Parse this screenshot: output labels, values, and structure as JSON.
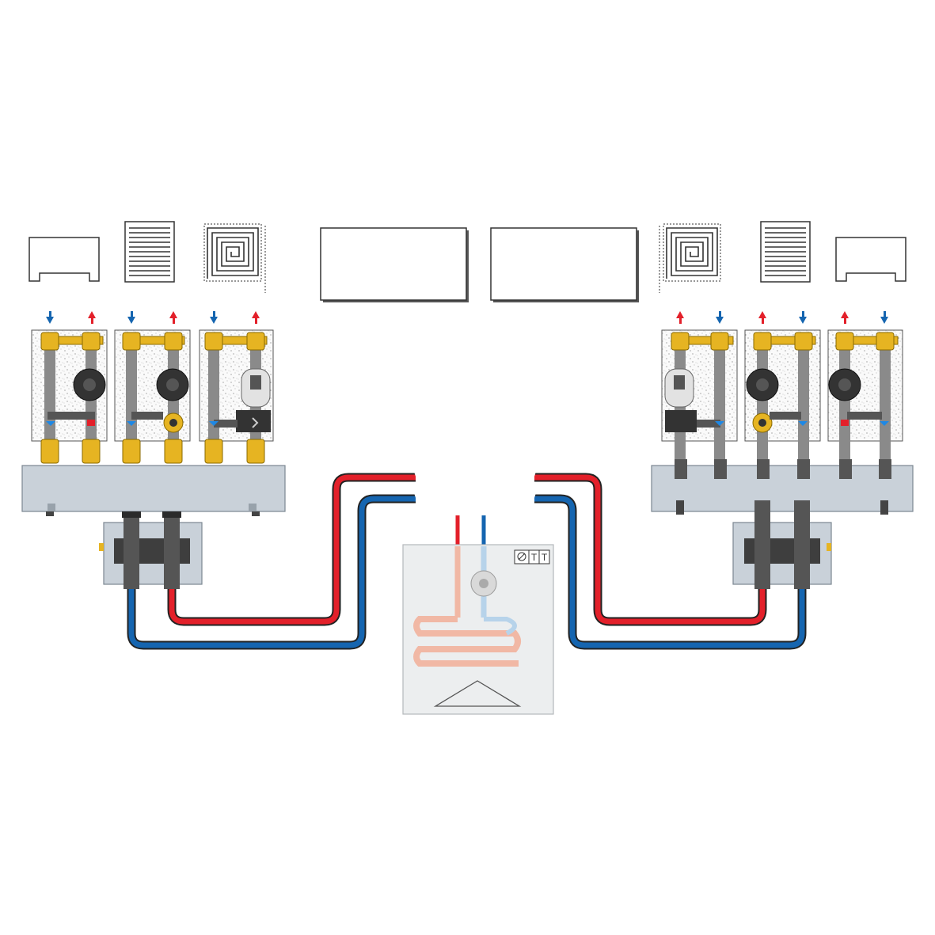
{
  "diagram": {
    "kind": "hydraulic heating distribution schematic",
    "colors": {
      "supply": "#e3202a",
      "return": "#1565b0",
      "brass": "#e6b422",
      "manifold": "#c9d1d9",
      "insulation_fill": "#f3f3f3",
      "dark_pipe": "#4a4a4a",
      "boiler_box": "#eceeef"
    },
    "emitters_left": [
      "floor-convector",
      "radiator",
      "underfloor-heating"
    ],
    "emitters_right": [
      "underfloor-heating",
      "radiator",
      "floor-convector"
    ],
    "center_panels": [
      "panel-radiator",
      "panel-radiator"
    ],
    "pump_groups_left": [
      {
        "type": "direct-circuit",
        "icon": "pump-icon"
      },
      {
        "type": "mixed-circuit-thermostatic",
        "icon": "pump-icon"
      },
      {
        "type": "mixed-circuit-motorized",
        "icon": "pump-icon"
      }
    ],
    "pump_groups_right": [
      {
        "type": "mixed-circuit-motorized",
        "icon": "pump-icon"
      },
      {
        "type": "mixed-circuit-thermostatic",
        "icon": "pump-icon"
      },
      {
        "type": "direct-circuit",
        "icon": "pump-icon"
      }
    ],
    "boiler_icons": [
      "burner-symbol-icon",
      "thermostat-t-icon",
      "thermostat-t-icon"
    ],
    "boiler_labels": [
      "T",
      "T"
    ]
  }
}
